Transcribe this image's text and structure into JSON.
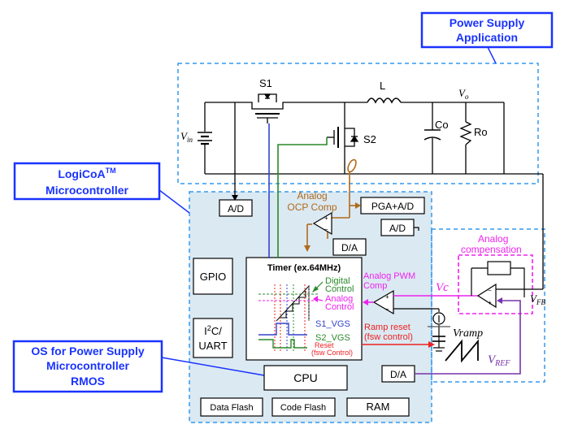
{
  "callouts": {
    "power_supply": [
      "Power Supply",
      "Application"
    ],
    "mcu": [
      "LogiCoA",
      "TM",
      "Microcontroller"
    ],
    "os": [
      "OS for Power Supply",
      "Microcontroller",
      "RMOS"
    ]
  },
  "power_stage": {
    "s1": "S1",
    "s2": "S2",
    "l": "L",
    "vo": "V",
    "vo_sub": "o",
    "vin": "V",
    "vin_sub": "in",
    "co": "Co",
    "ro": "Ro"
  },
  "blocks": {
    "ad_top": "A/D",
    "pga_ad": "PGA+A/D",
    "ad_fb": "A/D",
    "da_ocp": "D/A",
    "da_ref": "D/A",
    "gpio": "GPIO",
    "i2c": [
      "I",
      "2",
      "C/",
      "UART"
    ],
    "cpu": "CPU",
    "data_flash": "Data Flash",
    "code_flash": "Code Flash",
    "ram": "RAM"
  },
  "timer": {
    "title": "Timer (ex.64MHz)",
    "digital": [
      "Digital",
      "Control"
    ],
    "analog": [
      "Analog",
      "Control"
    ],
    "s1_vgs": "S1_VGS",
    "s2_vgs": "S2_VGS",
    "reset": [
      "Reset",
      "(fsw Control)"
    ]
  },
  "labels": {
    "ocp": [
      "Analog",
      "OCP Comp"
    ],
    "pwm": [
      "Analog PWM",
      "Comp"
    ],
    "analog_comp": [
      "Analog",
      "compensation"
    ],
    "vc": "Vc",
    "vfb": "V",
    "vfb_sub": "FB",
    "vramp": "Vramp",
    "vref": "V",
    "vref_sub": "REF",
    "ramp_reset": [
      "Ramp reset",
      "(fsw control)"
    ]
  },
  "colors": {
    "callout_border": "#1a33ff",
    "dashed_blue": "#3399ee",
    "mcu_fill": "#dbe9f2",
    "ocp_brown": "#b06a1a",
    "magenta": "#ee22ee",
    "green": "#2a8a2a",
    "navy": "#3344cc",
    "red": "#ee2222",
    "purple": "#7733aa"
  }
}
